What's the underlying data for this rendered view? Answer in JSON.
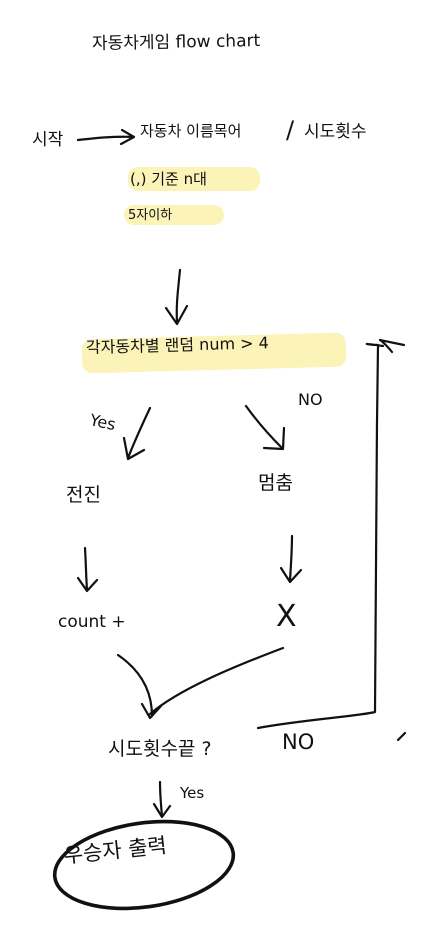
{
  "title": "자동차게임 flow chart",
  "start": {
    "label": "시작",
    "input_names": "자동차 이름목어",
    "separator": "/",
    "input_attempts": "시도횟수",
    "split_rule": "(,) 기준 n대",
    "length_rule": "5자이하"
  },
  "loop_condition": "각자동차별 랜덤 num > 4",
  "branch_yes": "Yes",
  "branch_no": "NO",
  "action_yes": "전진",
  "action_no": "멈춤",
  "count_yes": "count +",
  "count_no": "X",
  "end_check": "시도횟수끝 ?",
  "end_no": "NO",
  "end_yes": "Yes",
  "output": "우승자 출력",
  "colors": {
    "highlight": "#fbf3b8",
    "ink": "#111111"
  }
}
